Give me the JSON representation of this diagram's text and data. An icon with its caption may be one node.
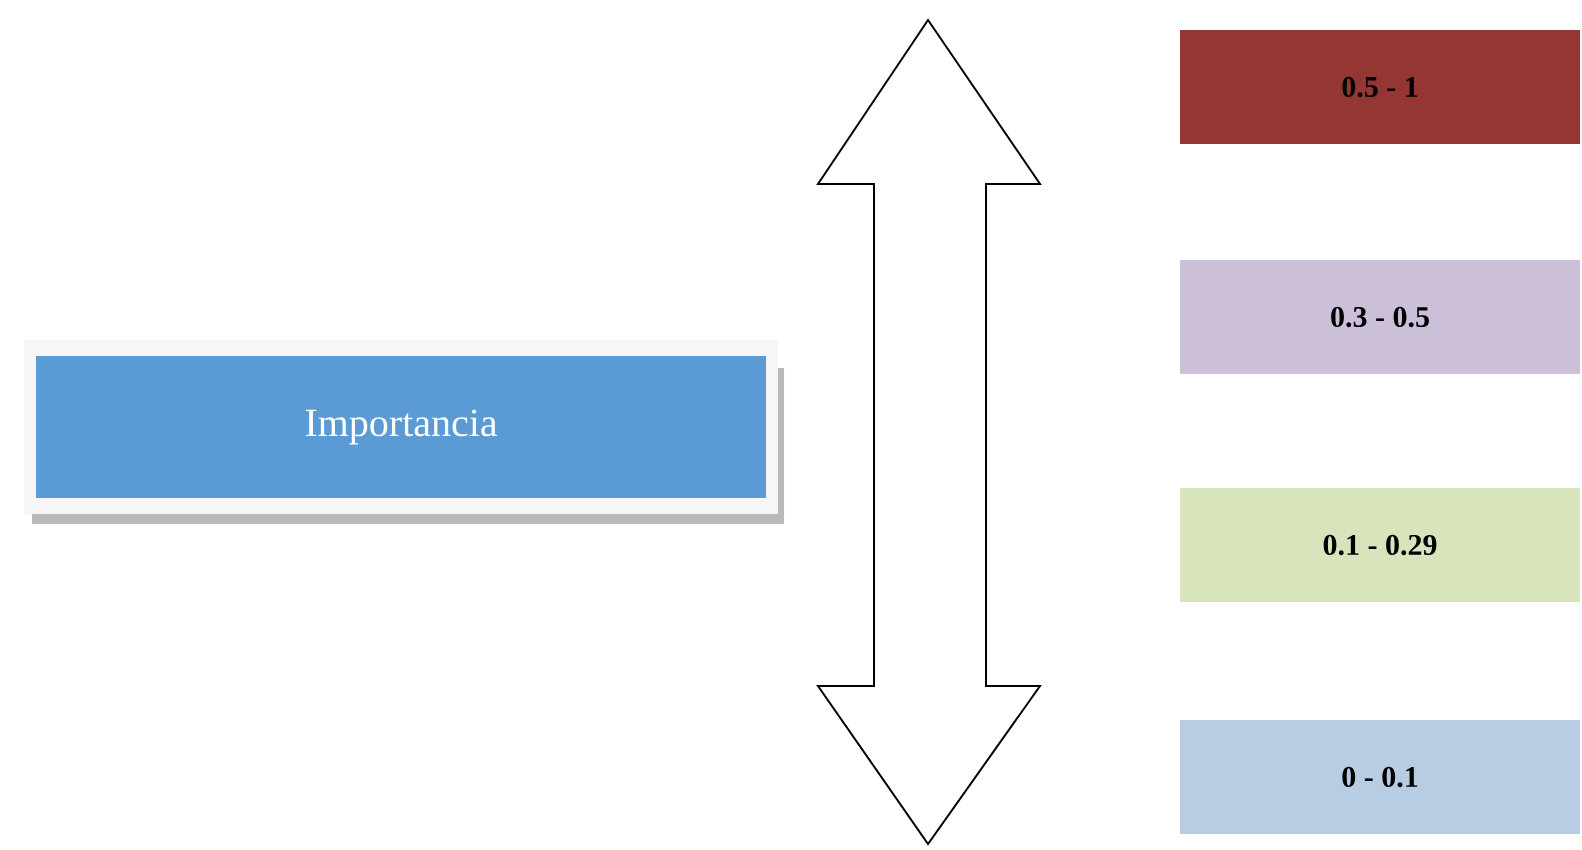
{
  "diagram": {
    "nodes": [
      {
        "text": [
          "Importancia"
        ]
      },
      {
        "text": [
          "0.5 - 1"
        ]
      },
      {
        "text": [
          "0.3 - 0.5"
        ]
      },
      {
        "text": [
          "0.1 - 0.29"
        ]
      },
      {
        "text": [
          "0 - 0.1"
        ]
      }
    ]
  }
}
